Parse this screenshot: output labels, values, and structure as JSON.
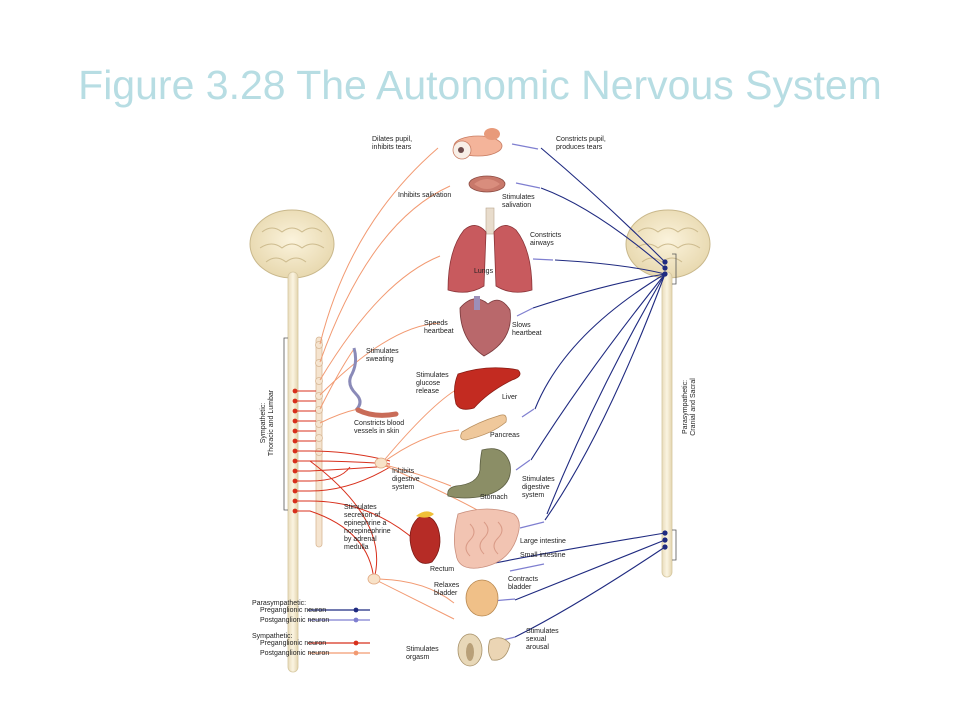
{
  "title": "Figure 3.28 The Autonomic Nervous System",
  "colors": {
    "title": "#b7dde3",
    "parasympathetic_pre": "#1f2a80",
    "parasympathetic_post": "#7f7fd0",
    "sympathetic_pre": "#d8301c",
    "sympathetic_post": "#f29a72"
  },
  "labels": {
    "dilates_pupil": "Dilates pupil,\ninhibits tears",
    "constricts_pupil": "Constricts pupil,\nproduces tears",
    "inhibits_salivation": "Inhibits salivation",
    "stimulates_salivation": "Stimulates\nsalivation",
    "constricts_airways": "Constricts\nairways",
    "lungs": "Lungs",
    "speeds_heartbeat": "Speeds\nheartbeat",
    "slows_heartbeat": "Slows\nheartbeat",
    "stimulates_sweating": "Stimulates\nsweating",
    "stimulates_glucose": "Stimulates\nglucose\nrelease",
    "liver": "Liver",
    "constricts_blood": "Constricts blood\nvessels in skin",
    "pancreas": "Pancreas",
    "inhibits_digestive": "Inhibits\ndigestive\nsystem",
    "stomach": "Stomach",
    "stimulates_digestive": "Stimulates\ndigestive\nsystem",
    "stimulates_epinephrine": "Stimulates\nsecretion of\nepinephrine a\nnorepinephrine\nby adrenal\nmedulla",
    "large_intestine": "Large intestine",
    "small_intestine": "Small intestine",
    "rectum": "Rectum",
    "relaxes_bladder": "Relaxes\nbladder",
    "contracts_bladder": "Contracts\nbladder",
    "stimulates_sexual": "Stimulates\nsexual\narousal",
    "stimulates_orgasm": "Stimulates\norgasm",
    "sympathetic_side": "Sympathetic:\nThoracic and Lumbar",
    "parasympathetic_side": "Parasympathetic:\nCranial and Sacral"
  },
  "legend": {
    "para_title": "Parasympathetic:",
    "para_pre": "Preganglionic neuron",
    "para_post": "Postganglionic neuron",
    "sym_title": "Sympathetic:",
    "sym_pre": "Preganglionic neuron",
    "sym_post": "Postganglionic neuron"
  }
}
